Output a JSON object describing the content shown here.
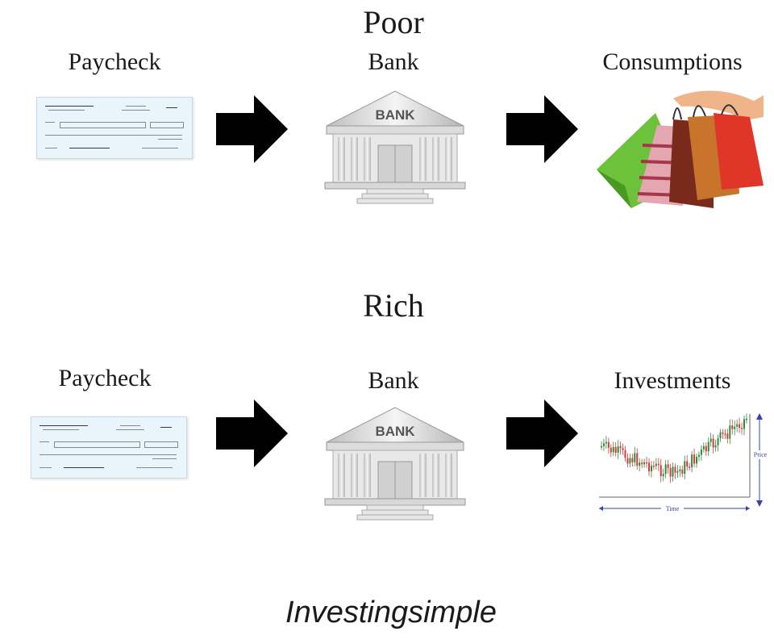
{
  "sections": [
    {
      "heading": "Poor",
      "steps": [
        {
          "label": "Paycheck",
          "icon": "paycheck-icon"
        },
        {
          "label": "Bank",
          "icon": "bank-icon",
          "sign": "BANK"
        },
        {
          "label": "Consumptions",
          "icon": "shopping-bags-icon"
        }
      ]
    },
    {
      "heading": "Rich",
      "steps": [
        {
          "label": "Paycheck",
          "icon": "paycheck-icon"
        },
        {
          "label": "Bank",
          "icon": "bank-icon",
          "sign": "BANK"
        },
        {
          "label": "Investments",
          "icon": "stock-chart-icon"
        }
      ],
      "chart": {
        "y_axis_label": "Price",
        "x_axis_label": "Time"
      }
    }
  ],
  "footer": "Investingsimple",
  "colors": {
    "arrow": "#000000",
    "check_bg": "#eaf4fb",
    "chart_up": "#2e8b3a",
    "chart_down": "#d33a3a"
  }
}
